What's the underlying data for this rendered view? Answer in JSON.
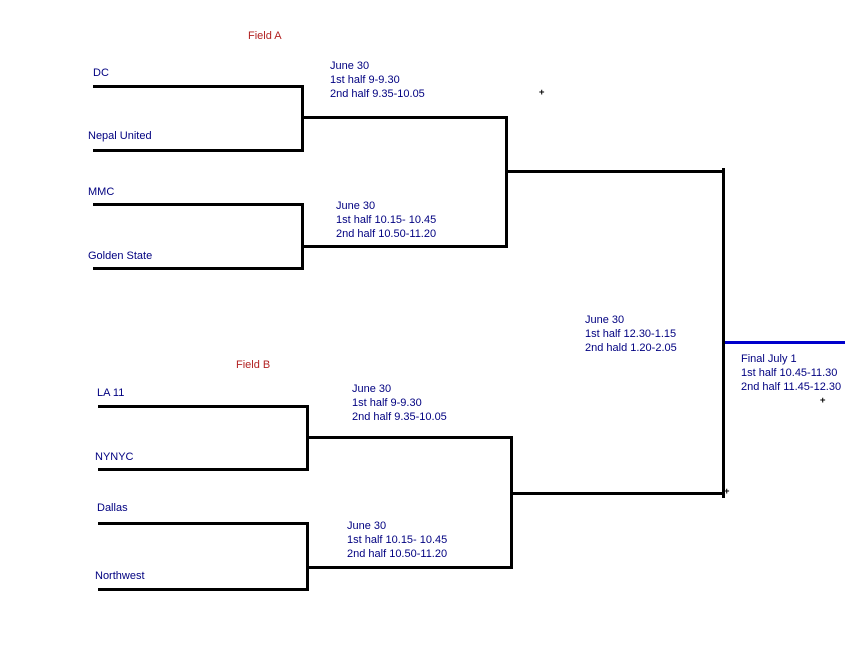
{
  "colors": {
    "line": "#000000",
    "final_line": "#0000cc",
    "team": "#000080",
    "schedule": "#000080",
    "field_label": "#b22222"
  },
  "fields": {
    "a": {
      "label": "Field A"
    },
    "b": {
      "label": "Field B"
    }
  },
  "teams": {
    "dc": "DC",
    "nepal_united": "Nepal United",
    "mmc": "MMC",
    "golden_state": "Golden State",
    "la_11": "LA 11",
    "nynyc": "NYNYC",
    "dallas": "Dallas",
    "northwest": "Northwest"
  },
  "schedules": {
    "field_a_game1": {
      "lines": [
        "June 30",
        "1st half 9-9.30",
        "2nd half 9.35-10.05"
      ]
    },
    "field_a_game2": {
      "lines": [
        "June 30",
        "1st half 10.15- 10.45",
        "2nd half 10.50-11.20"
      ]
    },
    "field_b_game1": {
      "lines": [
        "June 30",
        "1st half 9-9.30",
        "2nd half 9.35-10.05"
      ]
    },
    "field_b_game2": {
      "lines": [
        "June 30",
        "1st half 10.15- 10.45",
        "2nd half 10.50-11.20"
      ]
    },
    "semifinal": {
      "lines": [
        "June 30",
        "1st half 12.30-1.15",
        "2nd hald 1.20-2.05"
      ]
    },
    "final": {
      "lines": [
        "Final July 1",
        "1st half 10.45-11.30",
        "2nd half 11.45-12.30"
      ]
    }
  },
  "markers": {
    "anchor": "+"
  }
}
